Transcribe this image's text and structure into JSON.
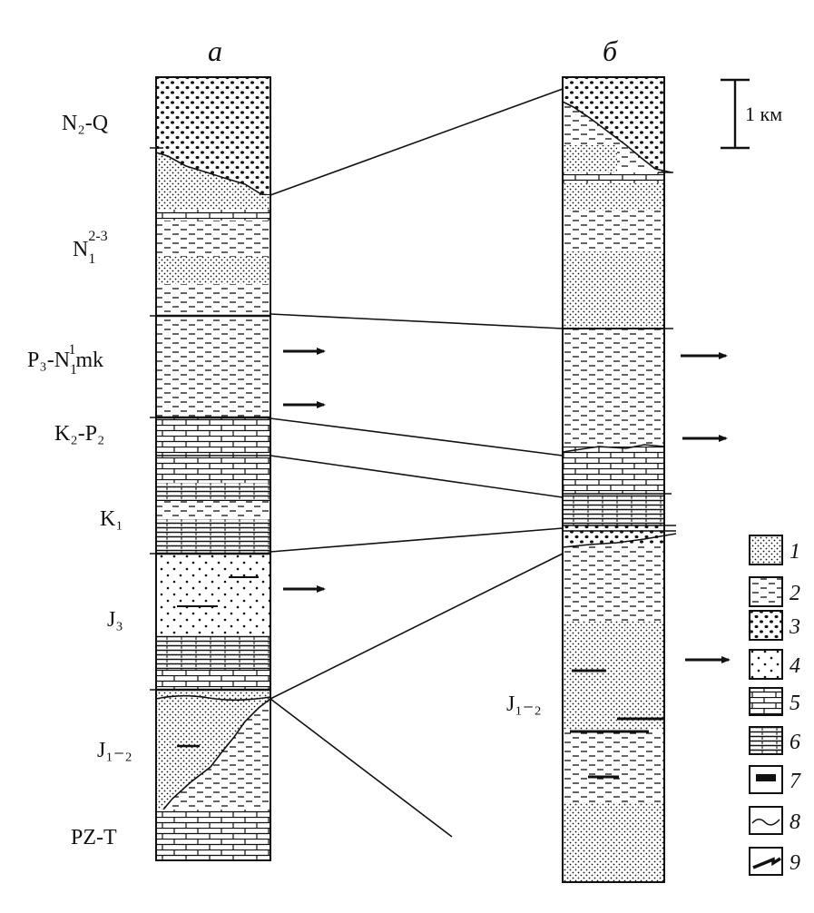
{
  "columns": [
    {
      "id": "a",
      "title": "а"
    },
    {
      "id": "b",
      "title": "б"
    }
  ],
  "scale_label": "1 км",
  "strat_labels_a": [
    {
      "id": "n2q",
      "text": "N₂-Q"
    },
    {
      "id": "n1_23",
      "base": "N",
      "sub": "1",
      "sup": "2-3"
    },
    {
      "id": "p3n1mk",
      "base": "P₃-N",
      "sub": "1",
      "sup": "1",
      "tail": "mk"
    },
    {
      "id": "k2p2",
      "text": "K₂-P₂"
    },
    {
      "id": "k1",
      "text": "K₁"
    },
    {
      "id": "j3",
      "text": "J₃"
    },
    {
      "id": "j12",
      "text": "J₁₋₂"
    },
    {
      "id": "pzt",
      "text": "PZ-T"
    }
  ],
  "strat_labels_b": [
    {
      "id": "j12b",
      "text": "J₁₋₂"
    }
  ],
  "legend": [
    {
      "num": "1",
      "pattern": "fine-dots"
    },
    {
      "num": "2",
      "pattern": "dashes"
    },
    {
      "num": "3",
      "pattern": "coarse-dots"
    },
    {
      "num": "4",
      "pattern": "sparse-dots"
    },
    {
      "num": "5",
      "pattern": "bricks"
    },
    {
      "num": "6",
      "pattern": "dense-lines"
    },
    {
      "num": "7",
      "pattern": "black-bar"
    },
    {
      "num": "8",
      "pattern": "wavy-line"
    },
    {
      "num": "9",
      "pattern": "arrow-mark"
    }
  ]
}
